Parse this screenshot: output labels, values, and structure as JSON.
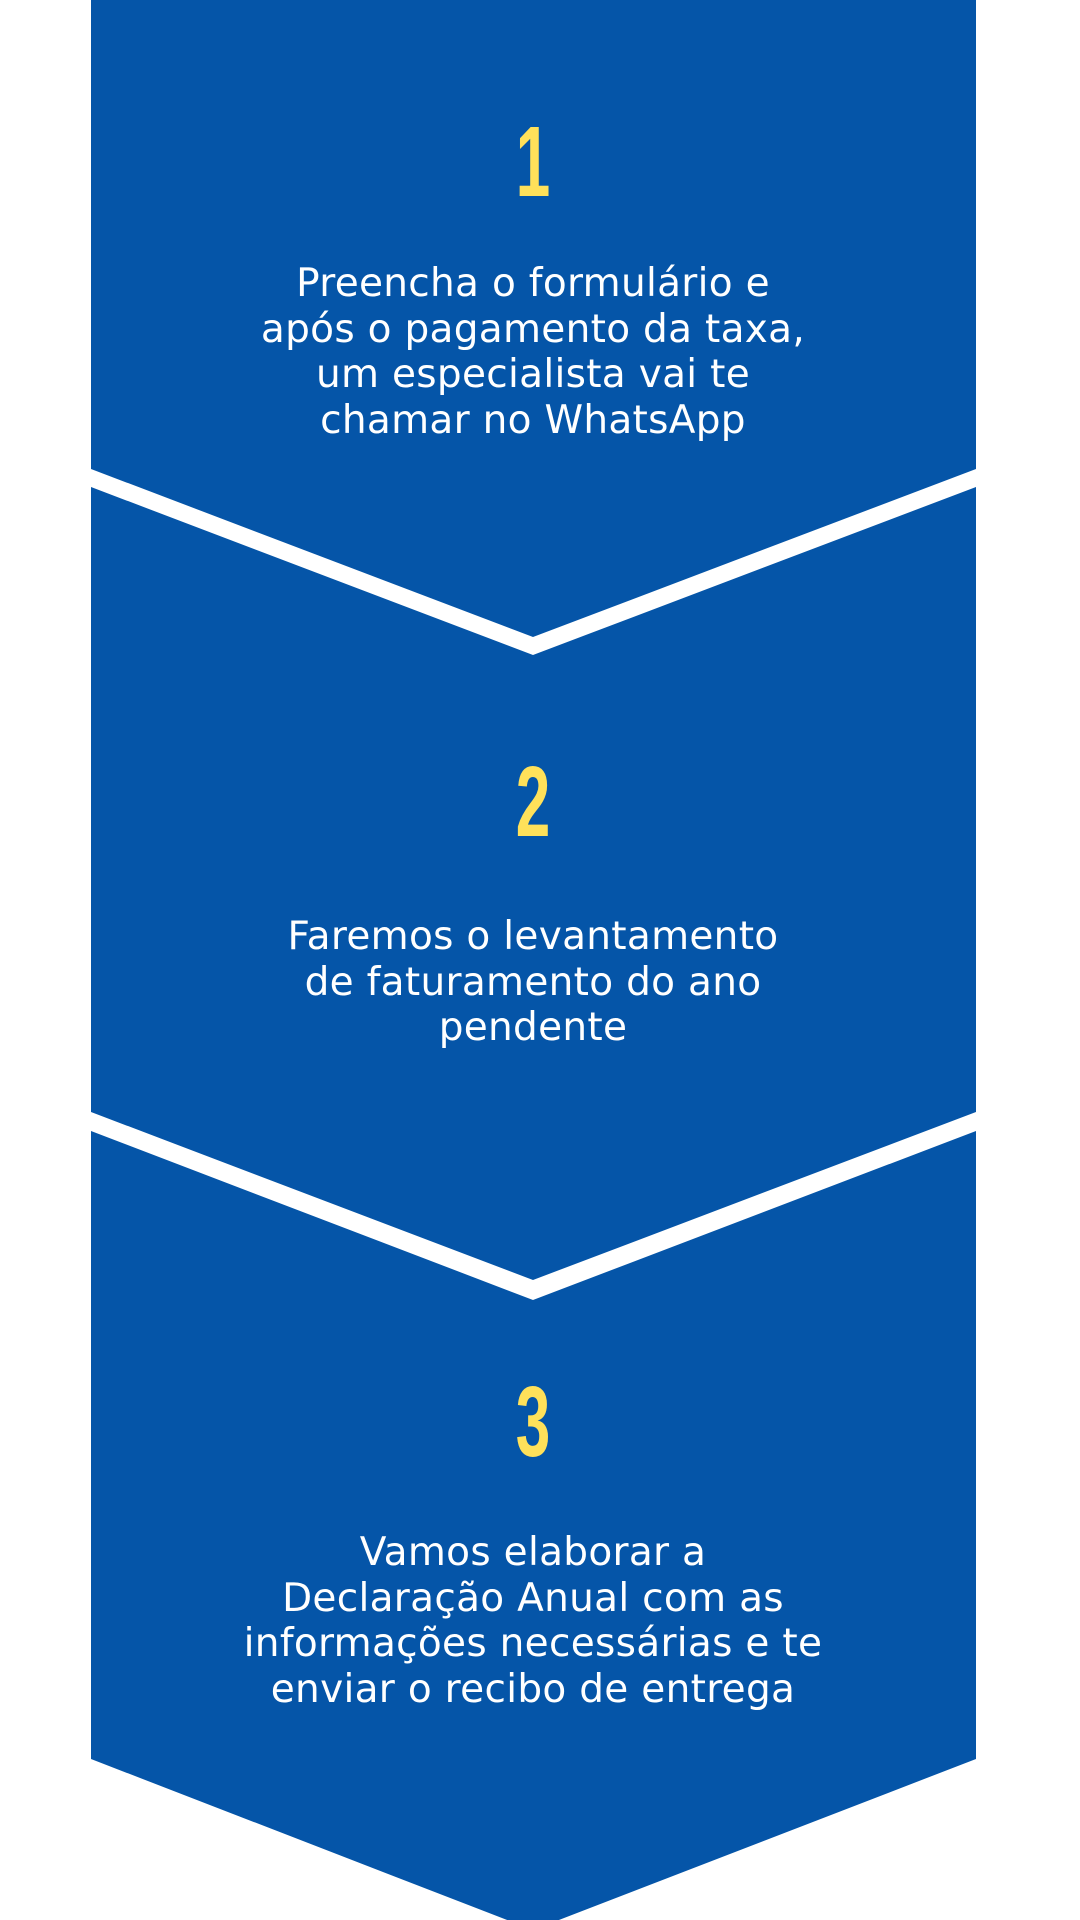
{
  "colors": {
    "panel": "#0555A8",
    "number": "#FFE15A",
    "text": "#FFFFFF",
    "background": "#FFFFFF"
  },
  "steps": [
    {
      "number": "1",
      "lines": [
        "Preencha o formulário e",
        "após o pagamento da taxa,",
        "um especialista vai te",
        "chamar no WhatsApp"
      ]
    },
    {
      "number": "2",
      "lines": [
        "Faremos o levantamento",
        "de faturamento do ano",
        "pendente"
      ]
    },
    {
      "number": "3",
      "lines": [
        "Vamos elaborar a",
        "Declaração Anual com as",
        "informações necessárias e te",
        "enviar o recibo de entrega"
      ]
    }
  ]
}
